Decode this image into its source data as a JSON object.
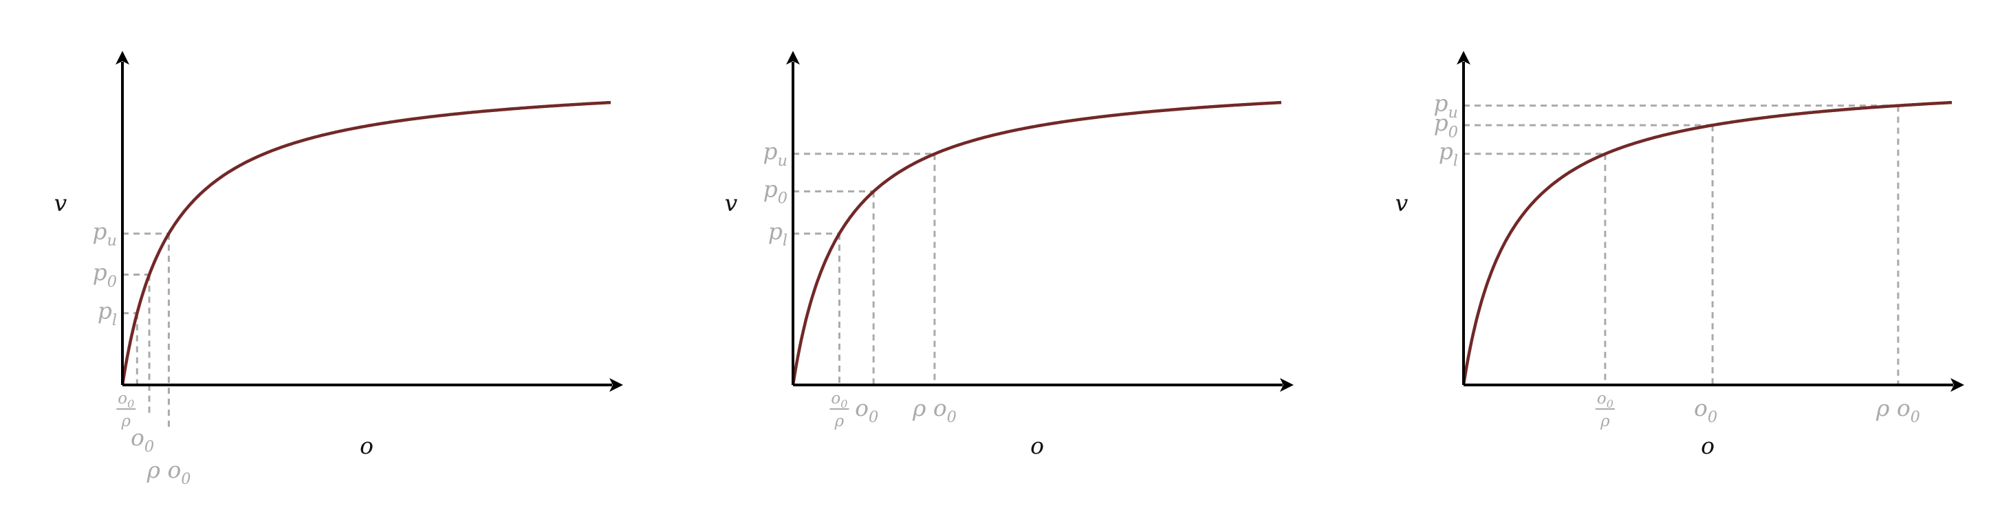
{
  "chart_data": [
    {
      "type": "line",
      "title": "",
      "xlabel": "o",
      "ylabel": "v",
      "curve_color": "#722828",
      "guide_color": "#aaaaaa",
      "curve": {
        "x": [
          0,
          0.25,
          0.5,
          1,
          1.5,
          2,
          3,
          4,
          5,
          6,
          7,
          8,
          9,
          10
        ],
        "y": [
          0,
          0.2,
          0.333,
          0.5,
          0.6,
          0.667,
          0.75,
          0.8,
          0.833,
          0.857,
          0.875,
          0.889,
          0.9,
          0.909
        ]
      },
      "xlim": [
        0,
        10
      ],
      "ylim": [
        0,
        1.0
      ],
      "levels": [
        {
          "x_label": "o0/ρ",
          "y_label": "p_l",
          "x": 0.3,
          "y": 0.231
        },
        {
          "x_label": "o0",
          "y_label": "p0",
          "x": 0.55,
          "y": 0.355
        },
        {
          "x_label": "ρ o0",
          "y_label": "p_u",
          "x": 0.95,
          "y": 0.487
        }
      ]
    },
    {
      "type": "line",
      "title": "",
      "xlabel": "o",
      "ylabel": "v",
      "curve_color": "#722828",
      "guide_color": "#aaaaaa",
      "curve": {
        "x": [
          0,
          0.25,
          0.5,
          1,
          1.5,
          2,
          3,
          4,
          5,
          6,
          7,
          8,
          9,
          10
        ],
        "y": [
          0,
          0.2,
          0.333,
          0.5,
          0.6,
          0.667,
          0.75,
          0.8,
          0.833,
          0.857,
          0.875,
          0.889,
          0.9,
          0.909
        ]
      },
      "xlim": [
        0,
        10
      ],
      "ylim": [
        0,
        1.0
      ],
      "levels": [
        {
          "x_label": "o0/ρ",
          "y_label": "p_l",
          "x": 0.95,
          "y": 0.487
        },
        {
          "x_label": "o0",
          "y_label": "p0",
          "x": 1.65,
          "y": 0.623
        },
        {
          "x_label": "ρ o0",
          "y_label": "p_u",
          "x": 2.9,
          "y": 0.744
        }
      ]
    },
    {
      "type": "line",
      "title": "",
      "xlabel": "o",
      "ylabel": "v",
      "curve_color": "#722828",
      "guide_color": "#aaaaaa",
      "curve": {
        "x": [
          0,
          0.25,
          0.5,
          1,
          1.5,
          2,
          3,
          4,
          5,
          6,
          7,
          8,
          9,
          10
        ],
        "y": [
          0,
          0.2,
          0.333,
          0.5,
          0.6,
          0.667,
          0.75,
          0.8,
          0.833,
          0.857,
          0.875,
          0.889,
          0.9,
          0.909
        ]
      },
      "xlim": [
        0,
        10
      ],
      "ylim": [
        0,
        1.0
      ],
      "levels": [
        {
          "x_label": "o0/ρ",
          "y_label": "p_l",
          "x": 2.9,
          "y": 0.744
        },
        {
          "x_label": "o0",
          "y_label": "p0",
          "x": 5.1,
          "y": 0.836
        },
        {
          "x_label": "ρ o0",
          "y_label": "p_u",
          "x": 8.9,
          "y": 0.899
        }
      ]
    }
  ]
}
